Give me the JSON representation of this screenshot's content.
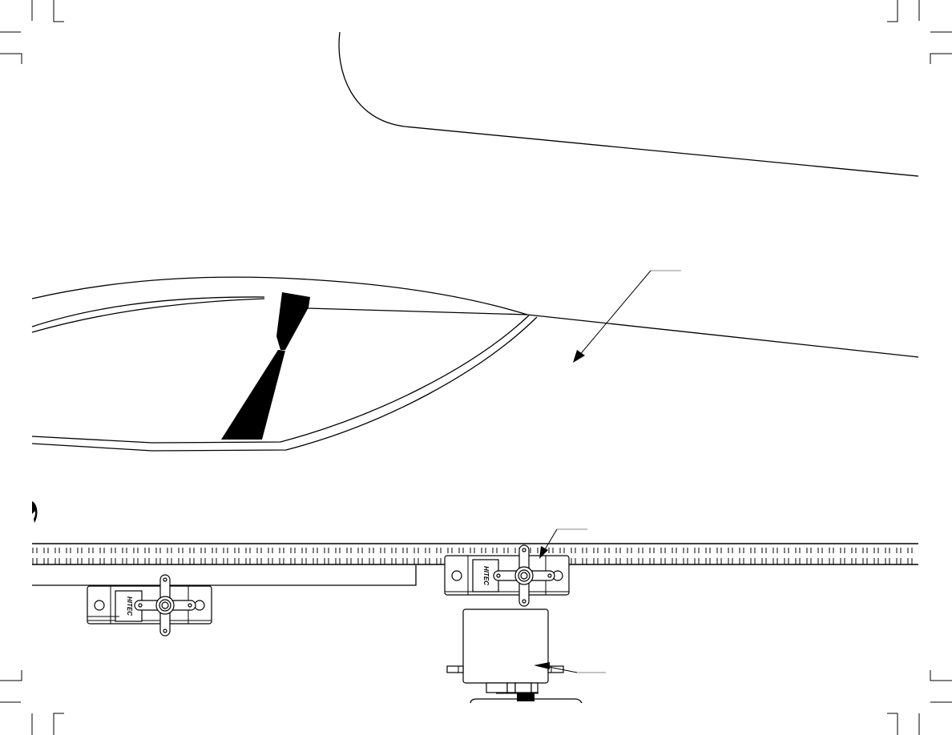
{
  "page": {
    "type": "assembly-instruction-diagram",
    "background": "#ffffff",
    "line_color": "#000000",
    "leader_color": "#888888"
  },
  "crop_marks": {
    "corners": [
      "top-left",
      "top-right",
      "bottom-left",
      "bottom-right"
    ]
  },
  "figures": {
    "wing_tip_outline": {
      "label": "wing-tip-planform"
    },
    "fuselage_section": {
      "label": "fuselage-side-view",
      "former": "black-bulkhead",
      "callout_arrow": "leader-arrow-to-fuselage"
    },
    "step_marker": {
      "label": "step-bullet"
    },
    "ruler": {
      "label": "measurement-scale",
      "tick_spacing_px": 14
    },
    "servo_left": {
      "brand_label": "HITEC",
      "view": "top",
      "horn": "cross-horn"
    },
    "servo_right": {
      "brand_label": "HITEC",
      "view": "top",
      "horn": "cross-horn",
      "callout_arrow": "leader-arrow-to-horn"
    },
    "servo_side": {
      "view": "side",
      "callout_arrow": "leader-arrow-to-mount-tab"
    }
  }
}
